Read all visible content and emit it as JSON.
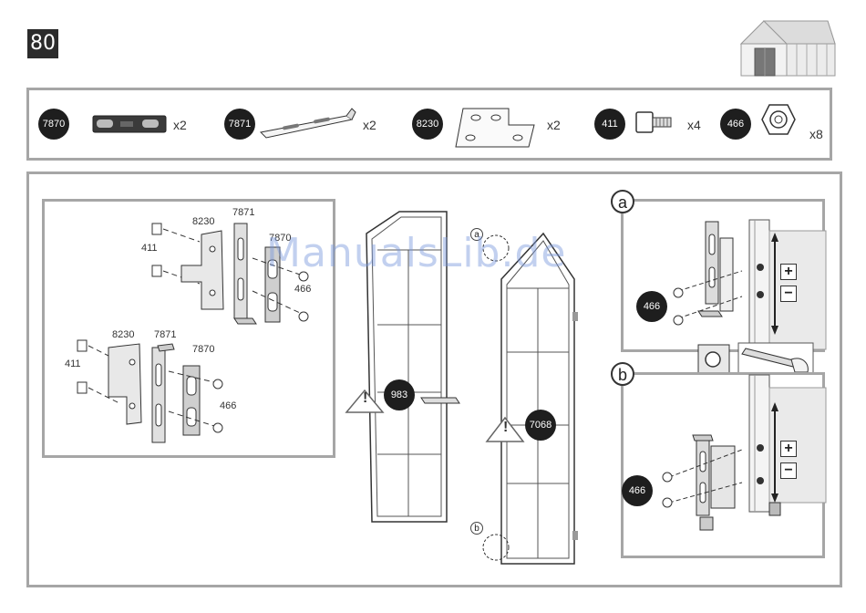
{
  "step": {
    "number": "80"
  },
  "parts": [
    {
      "code": "7870",
      "qty": "x2"
    },
    {
      "code": "7871",
      "qty": "x2"
    },
    {
      "code": "8230",
      "qty": "x2"
    },
    {
      "code": "411",
      "qty": "x4"
    },
    {
      "code": "466",
      "qty": "x8"
    }
  ],
  "detail_left": {
    "top": {
      "l8230": "8230",
      "l7871": "7871",
      "l7870": "7870",
      "l411": "411",
      "l466": "466"
    },
    "bottom": {
      "l8230": "8230",
      "l7871": "7871",
      "l7870": "7870",
      "l411": "411",
      "l466": "466"
    }
  },
  "doors": {
    "left_callout": "983",
    "right_callout": "7068",
    "marker_a": "a",
    "marker_b": "b",
    "warning": "!"
  },
  "detail_a": {
    "label": "a",
    "callout": "466",
    "plus": "+",
    "minus": "−"
  },
  "detail_b": {
    "label": "b",
    "callout": "466",
    "plus": "+",
    "minus": "−"
  },
  "watermark": "ManualsLib.de"
}
